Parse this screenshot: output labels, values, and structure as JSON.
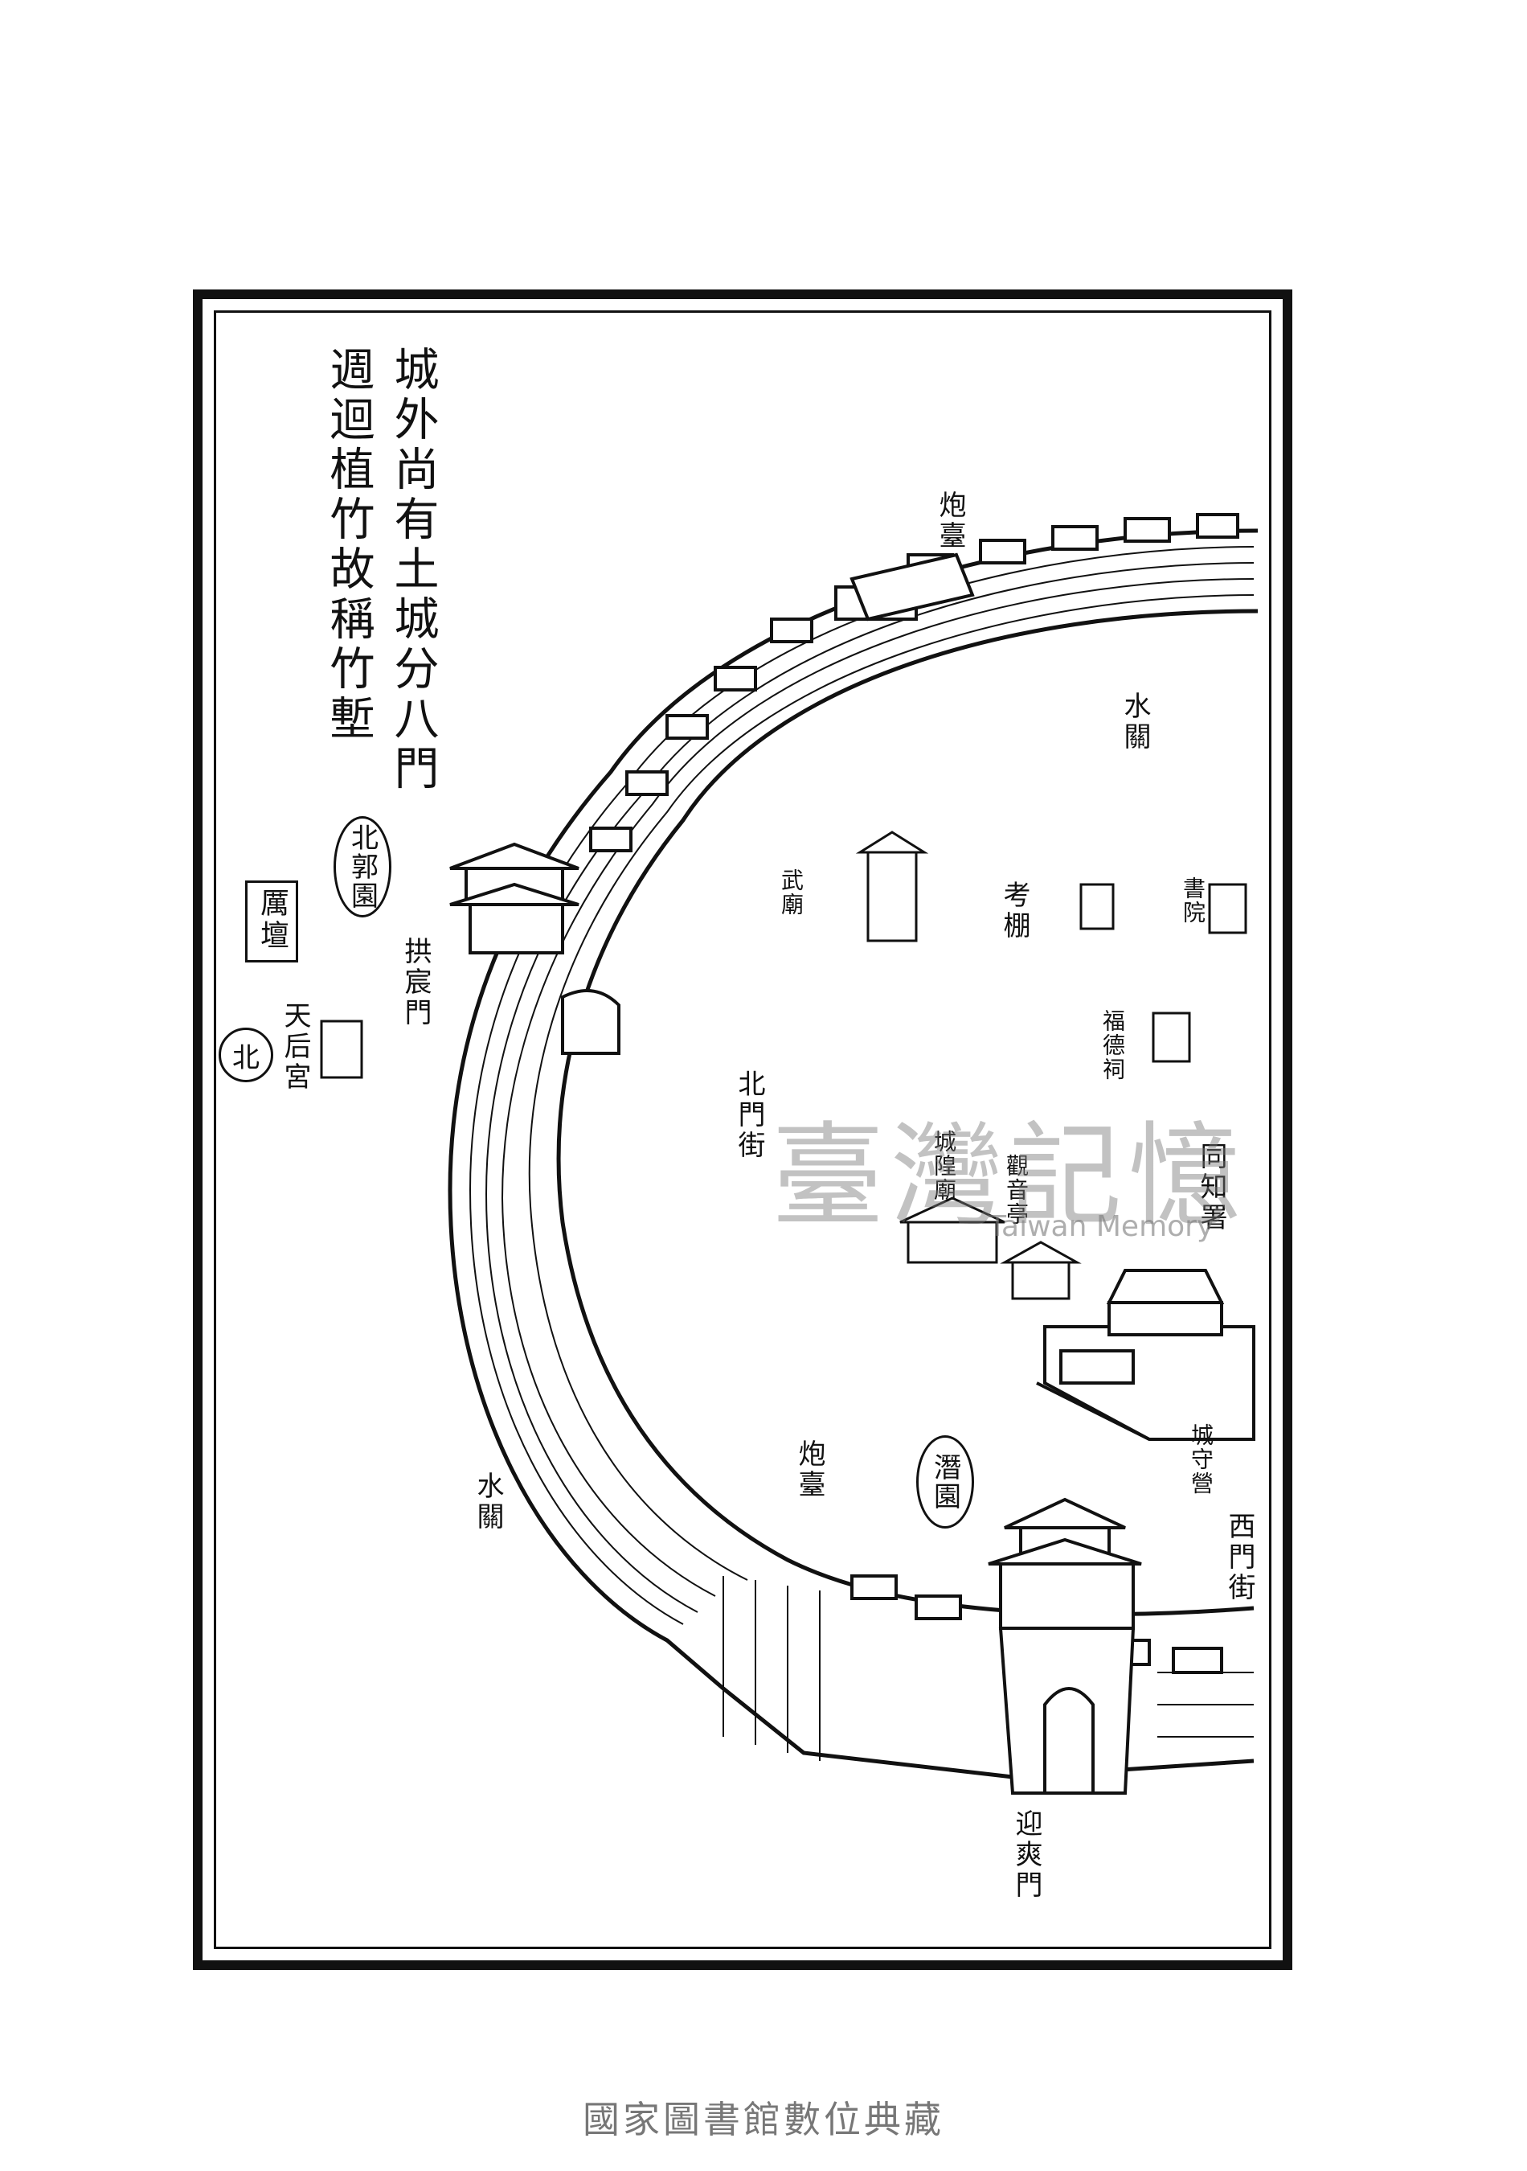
{
  "map": {
    "note_lines": [
      "城外尚有土城分八門",
      "週迴植竹故稱竹塹"
    ],
    "labels": {
      "paotai_north": "炮臺",
      "paotai_west": "炮臺",
      "shuiguan_north": "水關",
      "shuiguan_west": "水關",
      "gongchen_gate": "拱宸門",
      "yingshuang_gate": "迎爽門",
      "tianhou_gong": "天后宮",
      "wenwu_miao": "武廟",
      "shuyuan": "書院",
      "kaotang": "考棚",
      "fude_ci": "福德祠",
      "beimen_jie": "北門街",
      "chenghuang_miao": "城隍廟",
      "guanyin_ting": "觀音亭",
      "tongzhi_shu": "同知署",
      "chengshou_ying": "城守營",
      "ximen_jie": "西門街",
      "beiguo_yuan": "北郭園",
      "qianyuan": "潛園",
      "litan": "厲壇",
      "north_mark": "北"
    }
  },
  "watermark": {
    "cn": "臺灣記憶",
    "en": "Taiwan Memory"
  },
  "footer": "國家圖書館數位典藏"
}
